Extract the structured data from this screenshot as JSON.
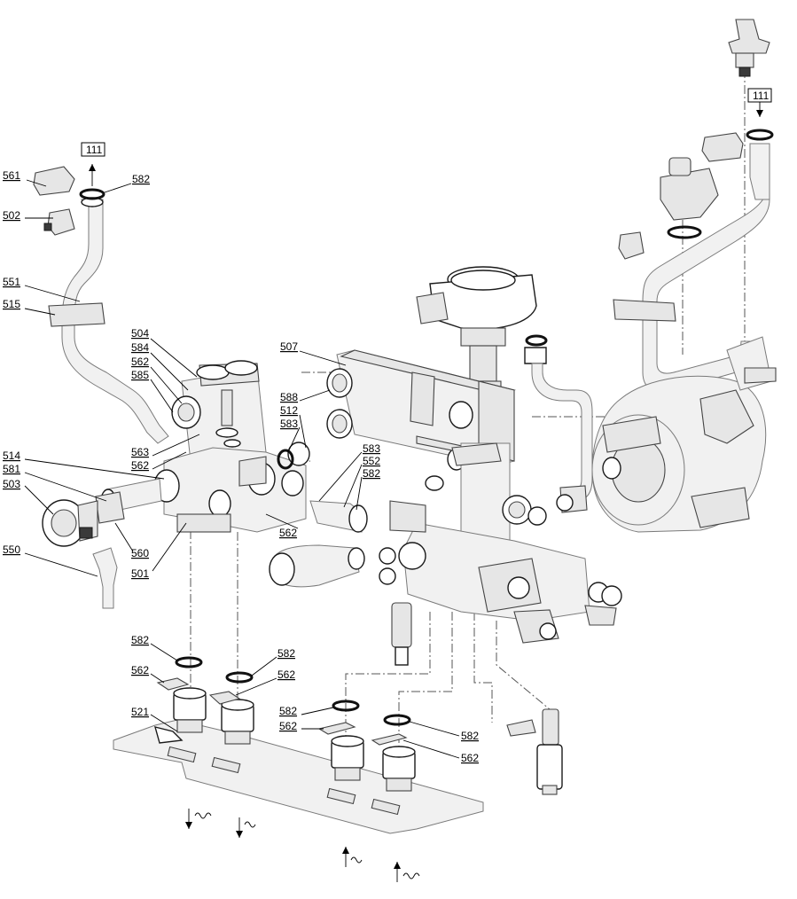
{
  "labels": {
    "ref_top_left": "111",
    "ref_top_right": "111",
    "p582_a": "582",
    "p561": "561",
    "p502": "502",
    "p551": "551",
    "p515": "515",
    "p504": "504",
    "p562_a": "562",
    "p584": "584",
    "p585": "585",
    "p507": "507",
    "p588": "588",
    "p512": "512",
    "p583_a": "583",
    "p563": "563",
    "p562_b": "562",
    "p514": "514",
    "p581": "581",
    "p503": "503",
    "p560": "560",
    "p501": "501",
    "p550": "550",
    "p562_c": "562",
    "p583_b": "583",
    "p552": "552",
    "p582_b": "582",
    "p582_c": "582",
    "p562_d": "562",
    "p582_d": "582",
    "p562_e": "562",
    "p521": "521",
    "p582_e": "582",
    "p562_f": "562",
    "p582_f": "582",
    "p562_g": "562"
  }
}
